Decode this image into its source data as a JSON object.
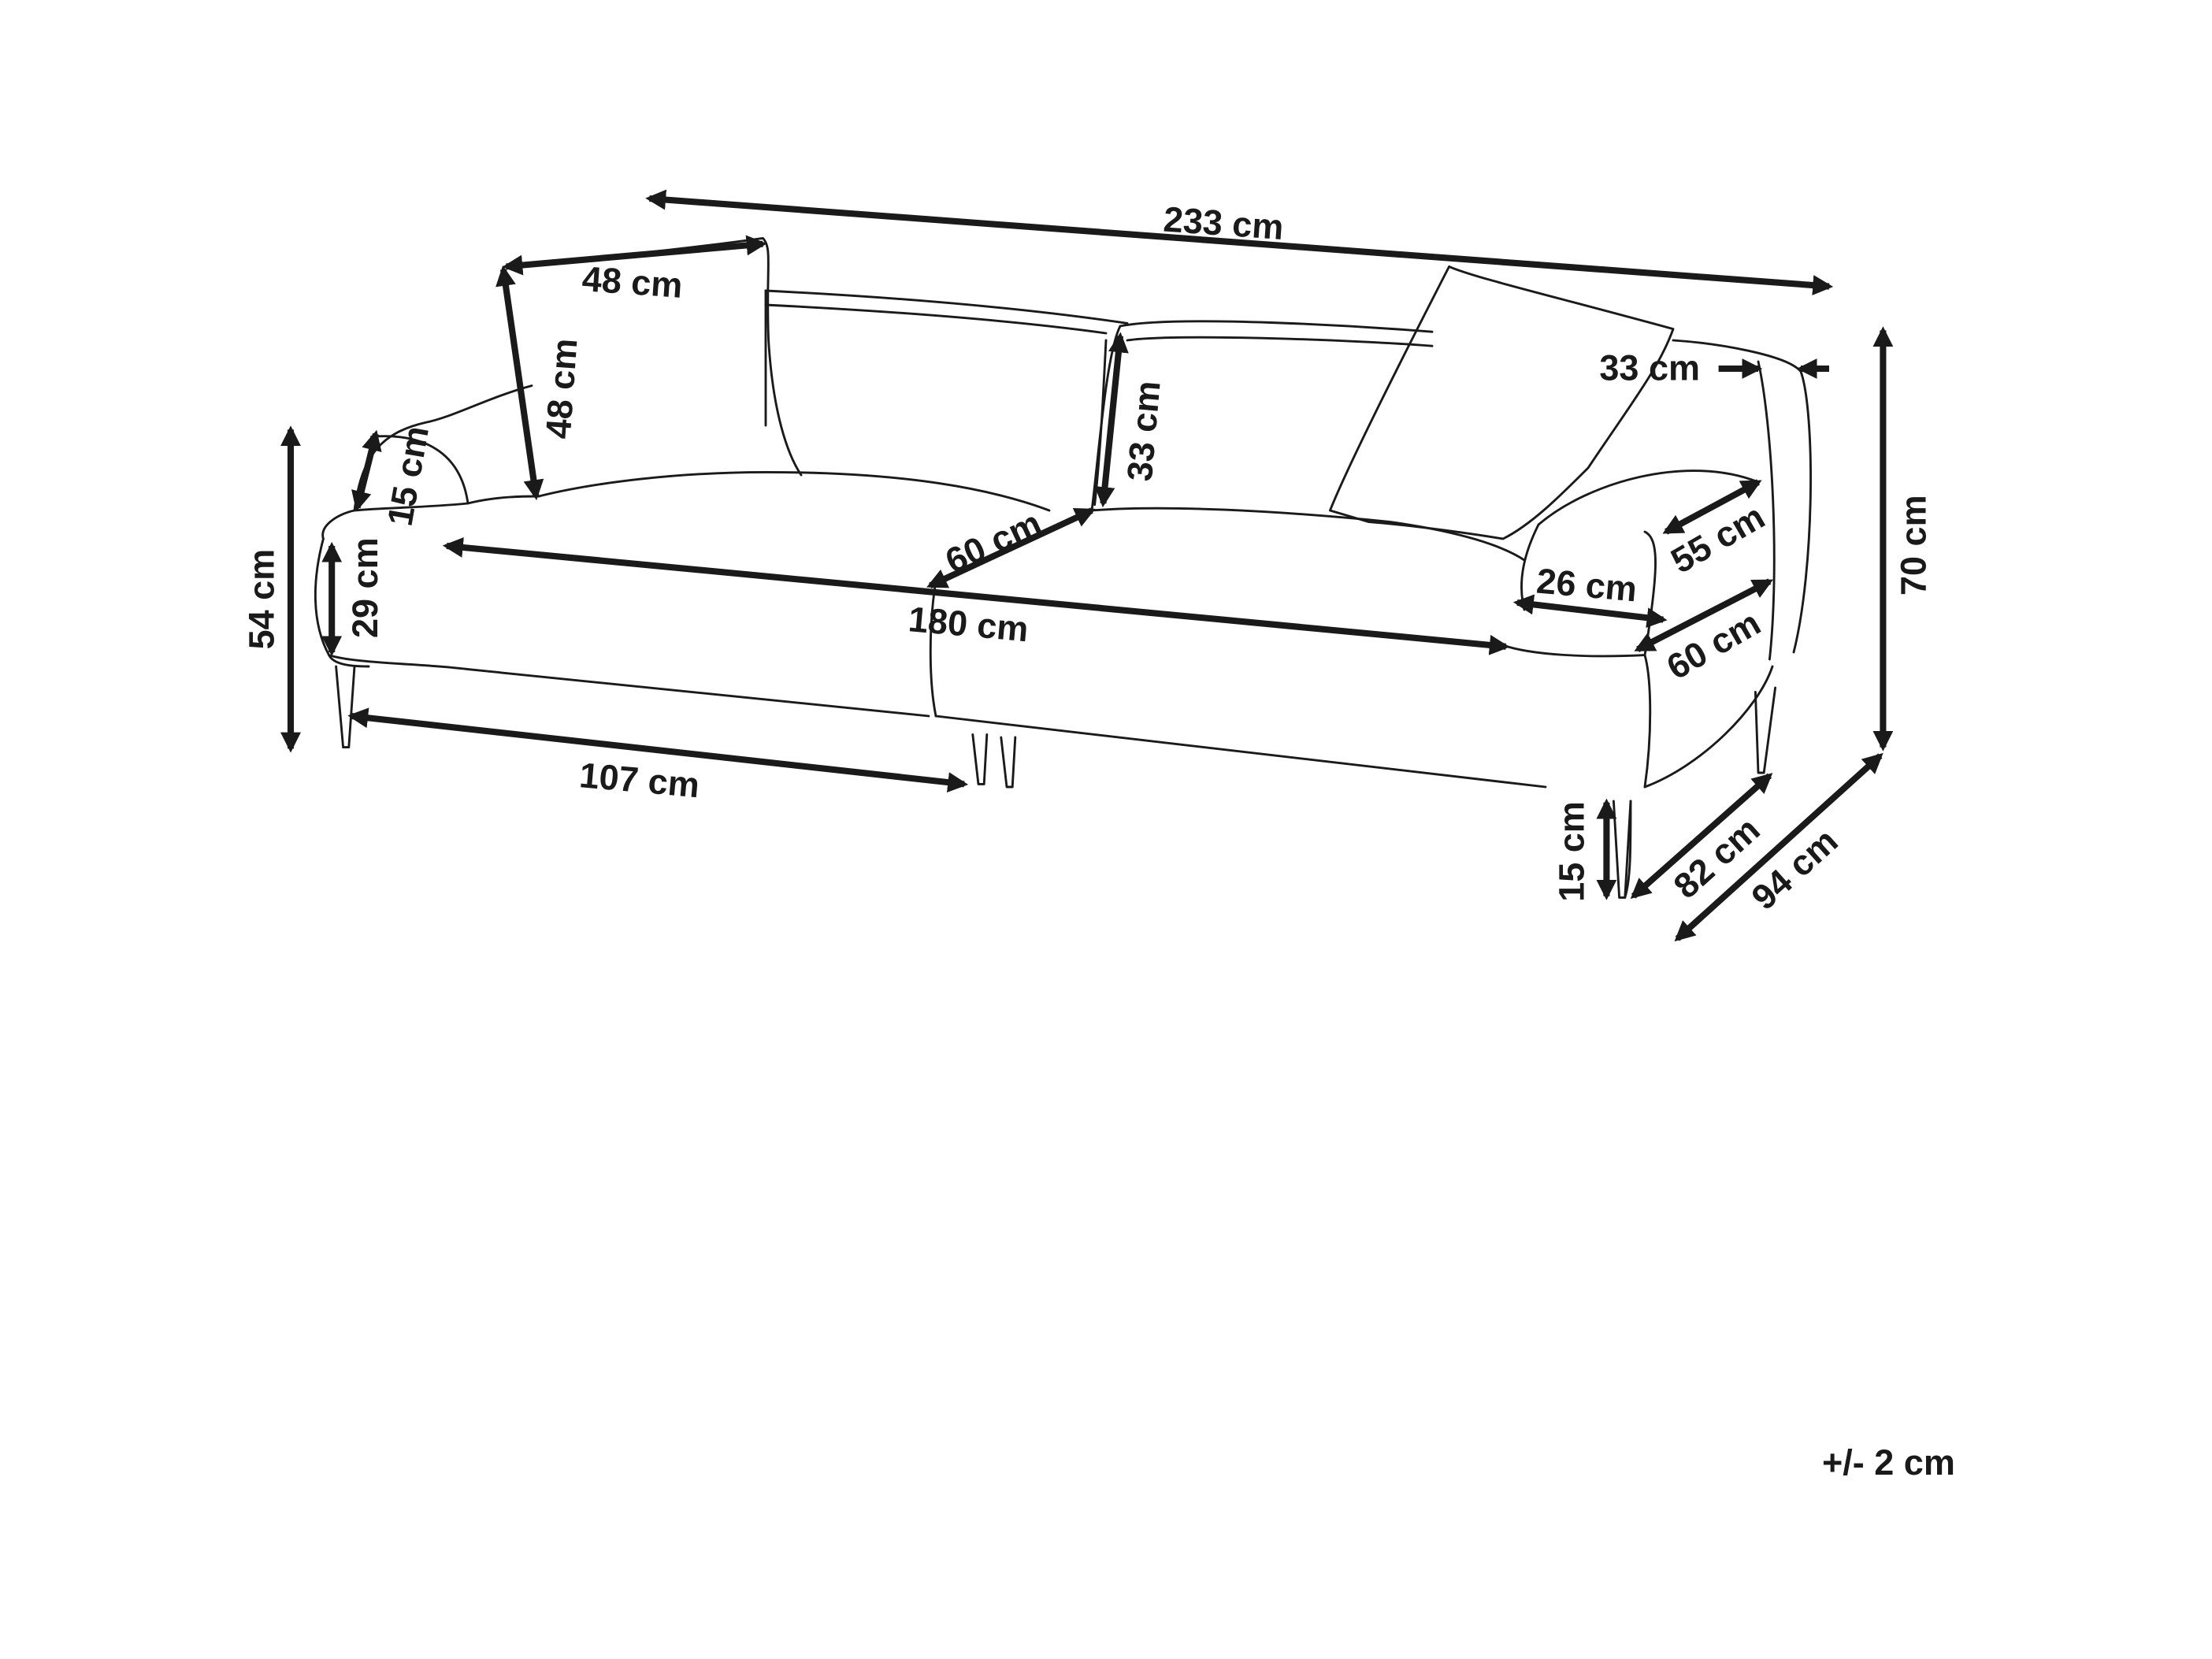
{
  "diagram": {
    "subject": "sofa",
    "dimensions": {
      "total_width": "233 cm",
      "cushion_width": "48 cm",
      "cushion_height": "48 cm",
      "armrest_height_above_seat": "15 cm",
      "seat_height": "54 cm",
      "seat_cushion_thickness": "29 cm",
      "seat_depth_center": "60 cm",
      "seat_width": "180 cm",
      "module_width": "107 cm",
      "backrest_height": "33 cm",
      "armrest_width_top": "33 cm",
      "total_height": "70 cm",
      "armrest_depth": "55 cm",
      "armrest_width": "26 cm",
      "seat_depth_side": "60 cm",
      "inner_depth": "82 cm",
      "total_depth": "94 cm",
      "leg_height": "15 cm"
    },
    "tolerance": "+/- 2 cm"
  }
}
